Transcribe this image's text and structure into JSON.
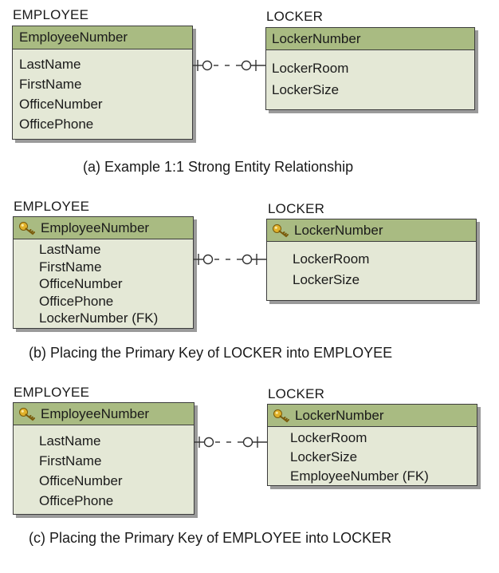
{
  "diagrams": [
    {
      "caption": "(a) Example 1:1 Strong Entity Relationship",
      "employee": {
        "name": "EMPLOYEE",
        "key": "EmployeeNumber",
        "attributes": [
          "LastName",
          "FirstName",
          "OfficeNumber",
          "OfficePhone"
        ]
      },
      "locker": {
        "name": "LOCKER",
        "key": "LockerNumber",
        "attributes": [
          "LockerRoom",
          "LockerSize"
        ]
      }
    },
    {
      "caption": "(b) Placing the Primary Key of LOCKER into EMPLOYEE",
      "employee": {
        "name": "EMPLOYEE",
        "key": "EmployeeNumber",
        "attributes": [
          "LastName",
          "FirstName",
          "OfficeNumber",
          "OfficePhone",
          "LockerNumber (FK)"
        ]
      },
      "locker": {
        "name": "LOCKER",
        "key": "LockerNumber",
        "attributes": [
          "LockerRoom",
          "LockerSize"
        ]
      }
    },
    {
      "caption": "(c) Placing the Primary Key of EMPLOYEE into LOCKER",
      "employee": {
        "name": "EMPLOYEE",
        "key": "EmployeeNumber",
        "attributes": [
          "LastName",
          "FirstName",
          "OfficeNumber",
          "OfficePhone"
        ]
      },
      "locker": {
        "name": "LOCKER",
        "key": "LockerNumber",
        "attributes": [
          "LockerRoom",
          "LockerSize",
          "EmployeeNumber (FK)"
        ]
      }
    }
  ],
  "colors": {
    "entity_header": "#a9bb82",
    "entity_body": "#e4e8d6",
    "key_icon": "#e0b12a"
  },
  "icons": {
    "primary_key": "key-icon"
  }
}
